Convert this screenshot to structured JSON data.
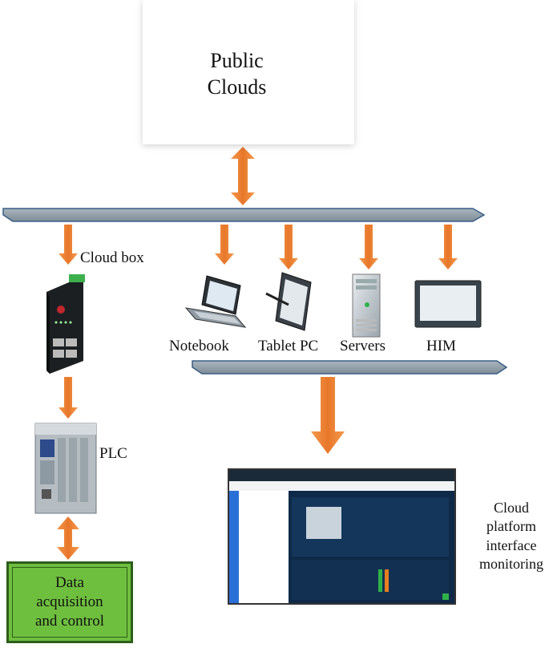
{
  "cloud": {
    "line1": "Public",
    "line2": "Clouds"
  },
  "nodes": {
    "cloud_box": "Cloud box",
    "plc": "PLC",
    "notebook": "Notebook",
    "tablet": "Tablet PC",
    "servers": "Servers",
    "him": "HIM"
  },
  "data_box": {
    "line1": "Data",
    "line2": "acquisition",
    "line3": "and control"
  },
  "platform_caption": {
    "line1": "Cloud",
    "line2": "platform",
    "line3": "interface",
    "line4": "monitoring"
  },
  "colors": {
    "arrow": "#ec7d31",
    "bus": "#8a9aa6",
    "bus_border": "#3a5f85",
    "data_box": "#6fbf3f"
  }
}
